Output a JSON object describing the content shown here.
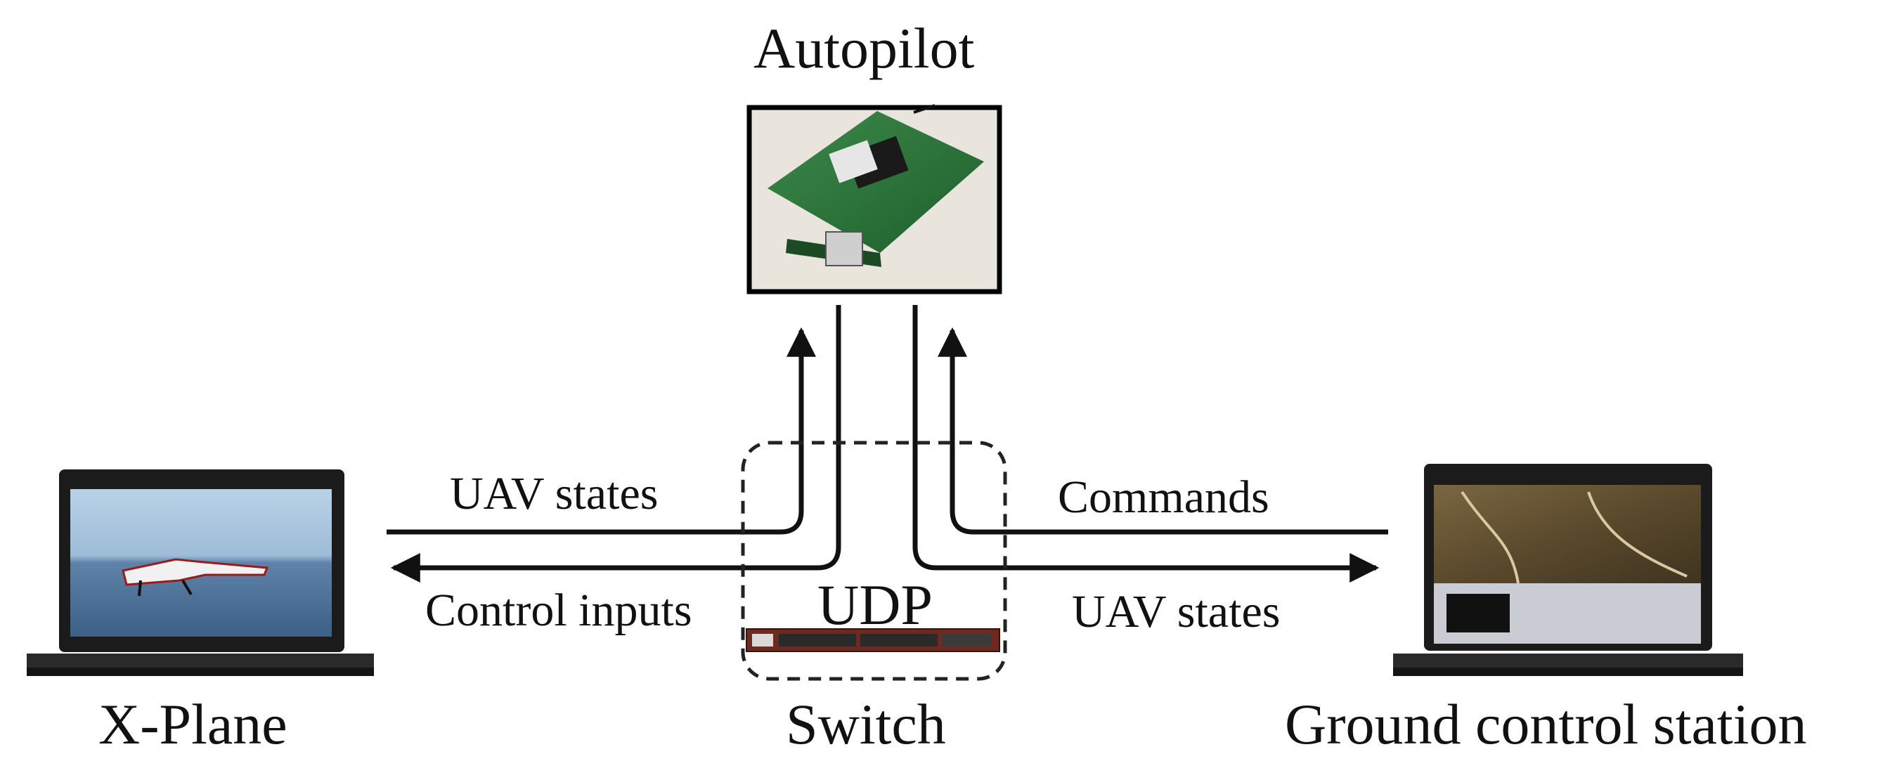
{
  "nodes": {
    "autopilot": "Autopilot",
    "xplane": "X-Plane",
    "gcs": "Ground control station",
    "switch": "Switch",
    "udp": "UDP"
  },
  "links": {
    "xplane_to_autopilot": "UAV states",
    "autopilot_to_xplane": "Control inputs",
    "gcs_to_autopilot": "Commands",
    "autopilot_to_gcs": "UAV states"
  },
  "colors": {
    "line": "#111111",
    "dashed_box": "#222222",
    "pcb_green": "#2f7a3f",
    "screen_sky": "#8fb6d6",
    "screen_map": "#6b5a3a",
    "laptop_body": "#1b1b1b"
  }
}
